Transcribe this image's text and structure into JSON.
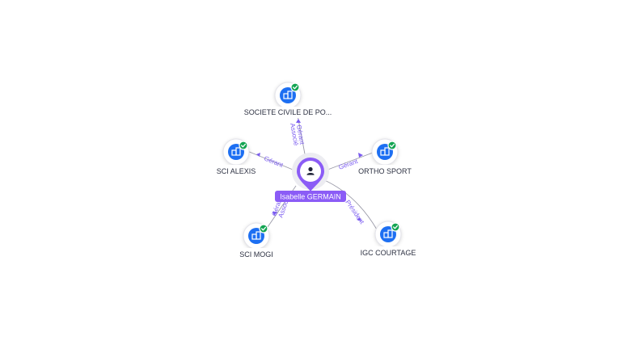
{
  "center": {
    "label": "Isabelle GERMAIN",
    "icon": "person-icon",
    "color": "#8b5cf6"
  },
  "companies": [
    {
      "label": "SOCIETE CIVILE DE PO...",
      "icon": "building-icon",
      "verified": true,
      "relation": [
        "Gérant",
        "Associé"
      ]
    },
    {
      "label": "SCI ALEXIS",
      "icon": "building-icon",
      "verified": true,
      "relation": [
        "Gérant"
      ]
    },
    {
      "label": "ORTHO SPORT",
      "icon": "building-icon",
      "verified": true,
      "relation": [
        "Gérant"
      ]
    },
    {
      "label": "SCI MOGI",
      "icon": "building-icon",
      "verified": true,
      "relation": [
        "Gérant",
        "Associé"
      ]
    },
    {
      "label": "IGC COURTAGE",
      "icon": "building-icon",
      "verified": true,
      "relation": [
        "Président"
      ]
    }
  ],
  "colors": {
    "company": "#1d6ff2",
    "verified": "#13a452",
    "relation_text": "#7b5cf0"
  }
}
